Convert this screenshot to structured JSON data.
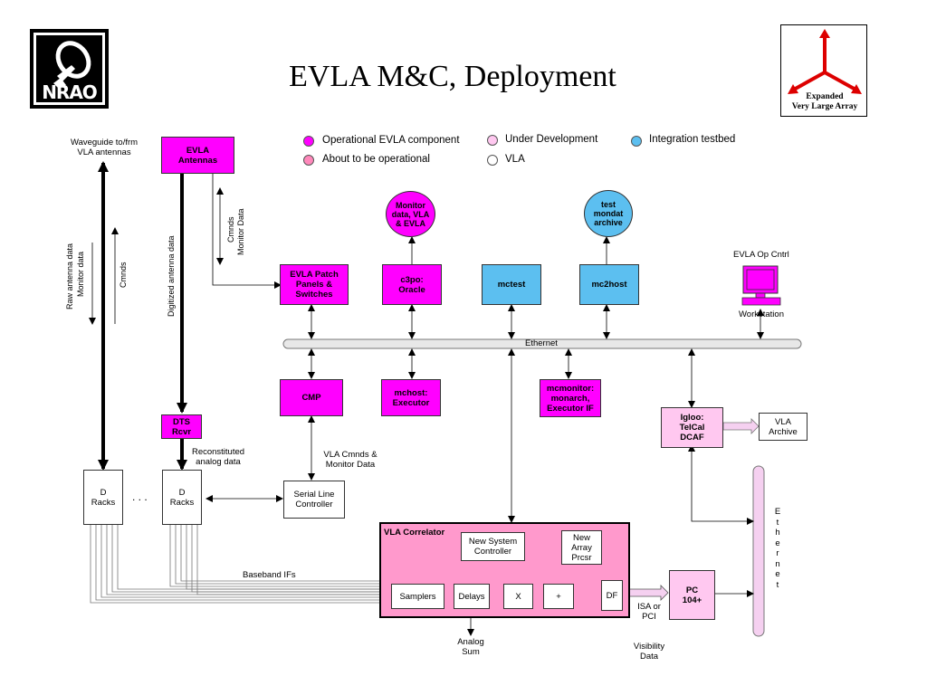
{
  "title": "EVLA M&C, Deployment",
  "logos": {
    "nrao_text": "NRAO",
    "evla_line1": "Expanded",
    "evla_line2": "Very Large Array"
  },
  "legend": [
    {
      "label": "Operational EVLA component",
      "color": "#ff00ff"
    },
    {
      "label": "About to be operational",
      "color": "#ff88bb"
    },
    {
      "label": "Under Development",
      "color": "#ffc8f0"
    },
    {
      "label": "VLA",
      "color": "#ffffff"
    },
    {
      "label": "Integration testbed",
      "color": "#5cbff0"
    }
  ],
  "nodes": {
    "evla_antennas": "EVLA Antennas",
    "dts_rcvr": "DTS Rcvr",
    "evla_patch": "EVLA Patch Panels & Switches",
    "c3po": "c3po: Oracle",
    "mctest": "mctest",
    "mc2host": "mc2host",
    "cmp": "CMP",
    "mchost": "mchost: Executor",
    "mcmonitor": "mcmonitor: monarch, Executor IF",
    "igloo": "Igloo: TelCal DCAF",
    "vla_archive": "VLA Archive",
    "d_racks_1": "D Racks",
    "d_racks_2": "D Racks",
    "serial_line": "Serial Line Controller",
    "pc104": "PC 104+",
    "monitor_data": "Monitor data, VLA & EVLA",
    "test_archive": "test mondat archive"
  },
  "correlator": {
    "title": "VLA Correlator",
    "new_system_controller": "New System Controller",
    "new_array_prcsr": "New Array Prcsr",
    "samplers": "Samplers",
    "delays": "Delays",
    "x": "X",
    "plus": "+",
    "df": "DF"
  },
  "labels": {
    "waveguide": "Waveguide to/frm VLA antennas",
    "raw_antenna": "Raw antenna data",
    "monitor_data_v": "Monitor data",
    "cmnds_v": "Cmnds",
    "digitized": "Digitized antenna data",
    "cmnds_monitor_1": "Cmnds",
    "cmnds_monitor_2": "Monitor Data",
    "reconstituted": "Reconstituted analog data",
    "vla_cmnds": "VLA Cmnds & Monitor Data",
    "baseband": "Baseband IFs",
    "analog_sum": "Analog Sum",
    "isa": "ISA or PCI",
    "visibility": "Visibility Data",
    "ethernet_h": "Ethernet",
    "ethernet_v": "E t h e r n e t",
    "ellipsis": ". . .",
    "evla_op_cntrl": "EVLA Op Cntrl",
    "workstation": "Workstation"
  }
}
